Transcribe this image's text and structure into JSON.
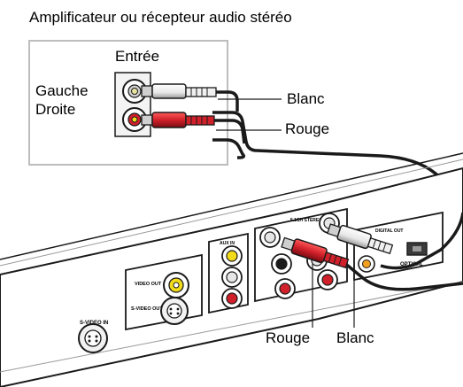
{
  "title": "Amplificateur ou récepteur audio stéréo",
  "amplifier": {
    "input_label": "Entrée",
    "left_label": "Gauche",
    "right_label": "Droite"
  },
  "callouts": {
    "top_white": "Blanc",
    "top_red": "Rouge",
    "bottom_red": "Rouge",
    "bottom_white": "Blanc"
  },
  "panel": {
    "svideo_in": "S-VIDEO IN",
    "video_out": "VIDEO OUT",
    "svideo_out": "S-VIDEO OUT",
    "aux_in": "AUX IN",
    "ch_stereo": "5.1CH STEREO",
    "digital_out": "DIGITAL OUT",
    "optical": "OPTICAL"
  },
  "colors": {
    "red_plug": "#d0202a",
    "white_plug": "#f4f4f4",
    "yellow_ring": "#f2dc1a",
    "outline": "#1a1a1a",
    "box_border": "#bdbdbd"
  }
}
